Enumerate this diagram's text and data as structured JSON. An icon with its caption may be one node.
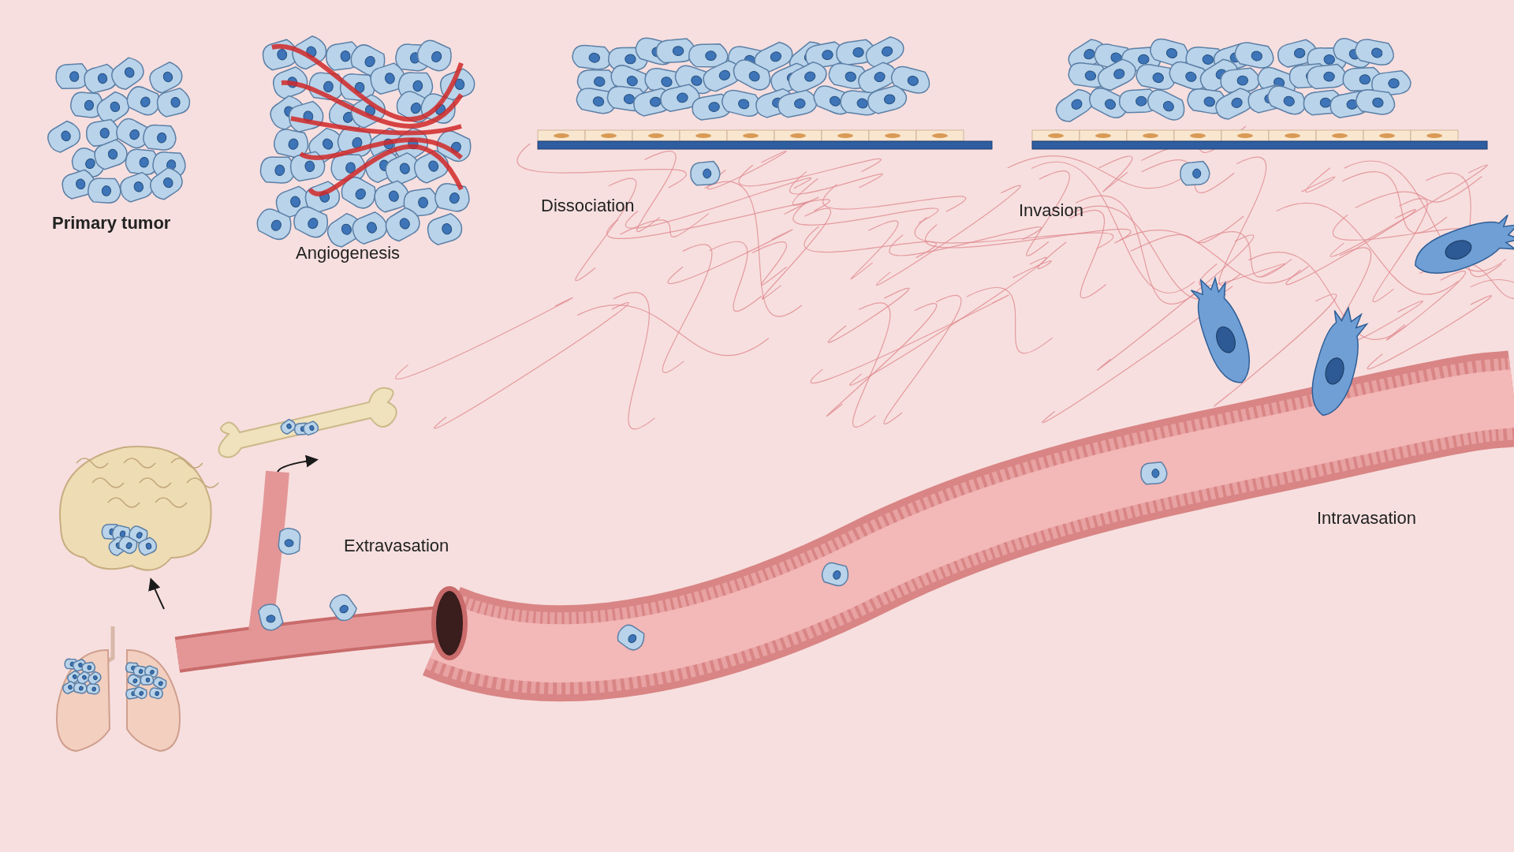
{
  "diagram": {
    "nodes": [
      {
        "text": [],
        "shape": "picture"
      },
      {
        "text": [],
        "shape": "picture"
      },
      {
        "text": [],
        "shape": "picture"
      },
      {
        "text": [],
        "shape": "picture"
      }
    ],
    "edges": [
      {
        "from": 3,
        "to": 0,
        "arrow": "to"
      },
      {
        "from": 3,
        "to": 1,
        "arrow": "to"
      }
    ],
    "labels": [
      "Primary tumor",
      "Angiogenesis",
      "Dissociation",
      "Invasion",
      "Intravasation",
      "Extravasation"
    ]
  }
}
